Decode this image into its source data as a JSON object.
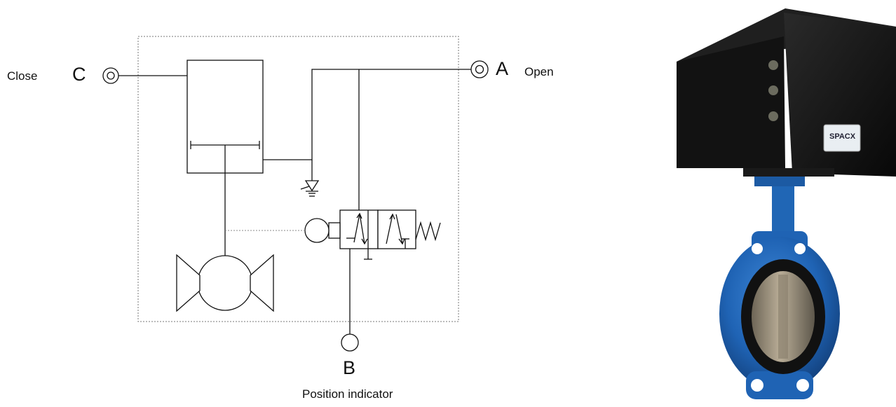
{
  "ports": {
    "close": {
      "letter": "C",
      "word": "Close"
    },
    "open": {
      "letter": "A",
      "word": "Open"
    },
    "position": {
      "letter": "B",
      "word": "Position indicator"
    }
  },
  "photo": {
    "description_icon": "butterfly-valve-with-actuator",
    "brand_label": "SPACX",
    "colors": {
      "actuator": "#151515",
      "valve_body": "#1f63b4",
      "disc": "#a59a86"
    }
  }
}
